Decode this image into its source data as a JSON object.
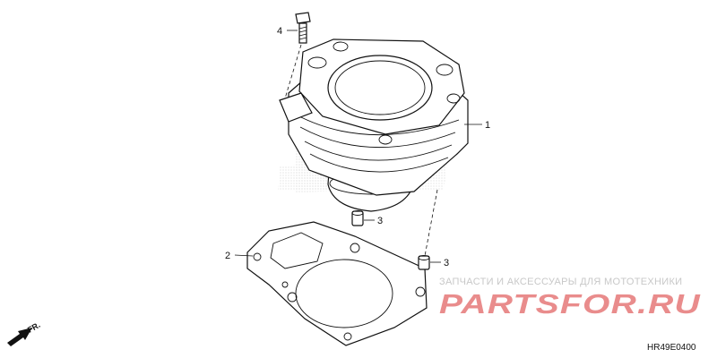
{
  "callouts": {
    "cylinder": "1",
    "gasket": "2",
    "dowel_upper": "3",
    "dowel_lower": "3",
    "bolt": "4"
  },
  "watermark": {
    "subtitle": "ЗАПЧАСТИ И АКСЕССУАРЫ ДЛЯ МОТОТЕХНИКИ",
    "logo": "PARTSFOR.RU"
  },
  "diagram_code": "HR49E0400",
  "orientation": {
    "label": "FR.",
    "icon": "front-arrow-icon"
  },
  "colors": {
    "line": "#111111",
    "watermark_logo": "#e98c8c",
    "watermark_text": "#c8c8c8"
  }
}
